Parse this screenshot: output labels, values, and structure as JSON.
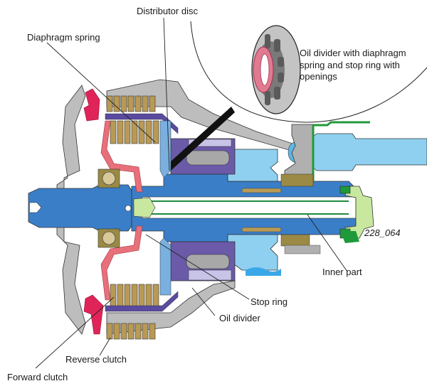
{
  "diagram": {
    "title": "Clutch assembly cross-section",
    "figure_number": "228_064",
    "labels": {
      "distributor_disc": "Distributor disc",
      "diaphragm_spring": "Diaphragm spring",
      "oil_divider_inset": "Oil divider with diaphragm spring and stop ring with openings",
      "oil_divider_inset_lines": [
        "Oil divider with diaphragm",
        "spring and stop ring with",
        "openings"
      ],
      "inner_part": "Inner part",
      "stop_ring": "Stop ring",
      "oil_divider": "Oil divider",
      "reverse_clutch": "Reverse clutch",
      "forward_clutch": "Forward clutch"
    },
    "colors": {
      "shaft_blue": "#3a7ec8",
      "light_blue": "#8fd0f0",
      "housing_gray": "#b8b8b8",
      "clutch_plates": "#b89a55",
      "piston_red": "#e8707a",
      "spring_magenta": "#e0245a",
      "planetary_purple": "#6a5aa8",
      "lavender": "#c8c4e8",
      "seal_green": "#1f9a3a",
      "light_green": "#c8e8a0",
      "bearing_olive": "#8a7a3a"
    }
  }
}
